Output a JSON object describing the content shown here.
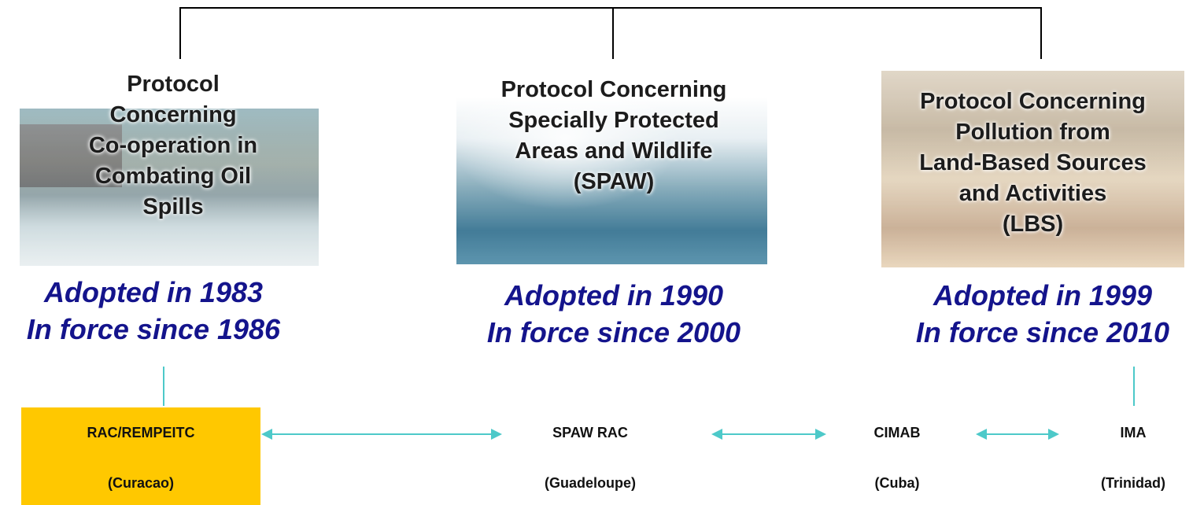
{
  "protocols": [
    {
      "title": [
        "Protocol",
        "Concerning",
        "Co-operation in",
        "Combating Oil",
        "Spills"
      ],
      "adopted": "Adopted in 1983",
      "in_force": "In force since 1986"
    },
    {
      "title": [
        "Protocol Concerning",
        "Specially Protected",
        "Areas and Wildlife",
        "(SPAW)"
      ],
      "adopted": "Adopted in 1990",
      "in_force": "In force since 2000"
    },
    {
      "title": [
        "Protocol Concerning",
        "Pollution from",
        "Land-Based Sources",
        "and Activities",
        "(LBS)"
      ],
      "adopted": "Adopted in 1999",
      "in_force": "In force since 2010"
    }
  ],
  "centers": [
    {
      "name": "RAC/REMPEITC",
      "location": "(Curacao)"
    },
    {
      "name": "SPAW RAC",
      "location": "(Guadeloupe)"
    },
    {
      "name": "CIMAB",
      "location": "(Cuba)"
    },
    {
      "name": "IMA",
      "location": "(Trinidad)"
    }
  ],
  "colors": {
    "adopted_text": "#14148c",
    "rac_box": "#ffc800",
    "connector_teal": "#4dc9c9"
  }
}
